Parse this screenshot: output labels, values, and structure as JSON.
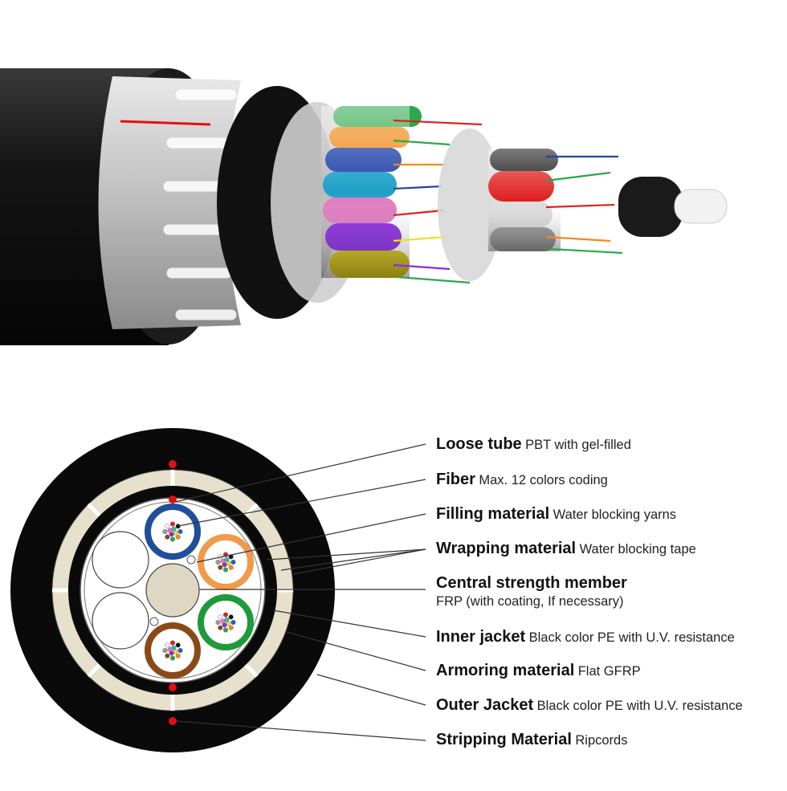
{
  "labels": [
    {
      "id": "loose-tube",
      "name": "Loose tube",
      "desc": "PBT with gel-filled"
    },
    {
      "id": "fiber",
      "name": "Fiber",
      "desc": "Max. 12 colors coding"
    },
    {
      "id": "filling-material",
      "name": "Filling material",
      "desc": "Water blocking yarns"
    },
    {
      "id": "wrapping-material",
      "name": "Wrapping material",
      "desc": "Water blocking tape"
    },
    {
      "id": "central-strength-member",
      "name": "Central strength member",
      "desc": "FRP (with coating, If necessary)"
    },
    {
      "id": "inner-jacket",
      "name": "Inner jacket",
      "desc": "Black color PE with U.V. resistance"
    },
    {
      "id": "armoring-material",
      "name": "Armoring material",
      "desc": "Flat GFRP"
    },
    {
      "id": "outer-jacket",
      "name": "Outer Jacket",
      "desc": "Black color PE with U.V. resistance"
    },
    {
      "id": "stripping-material",
      "name": "Stripping Material",
      "desc": "Ripcords"
    }
  ],
  "colors": {
    "jacket": "#0a0a0a",
    "armor": "#e6e0cc",
    "tape": "#f2f2f2",
    "csm": "#ddd7c4",
    "ripcord": "#e01010",
    "tube_blue": "#1f4e9a",
    "tube_orange": "#f09a4a",
    "tube_green": "#1e9a3a",
    "tube_brown": "#8a4a18",
    "fiber_colors": [
      "#1f5fd0",
      "#f28a1a",
      "#2aa84a",
      "#8b4513",
      "#9a9a9a",
      "#f2f2f2",
      "#e02020",
      "#111111",
      "#f2e01a",
      "#8a2be2",
      "#ff69b4",
      "#20c0c0"
    ]
  }
}
